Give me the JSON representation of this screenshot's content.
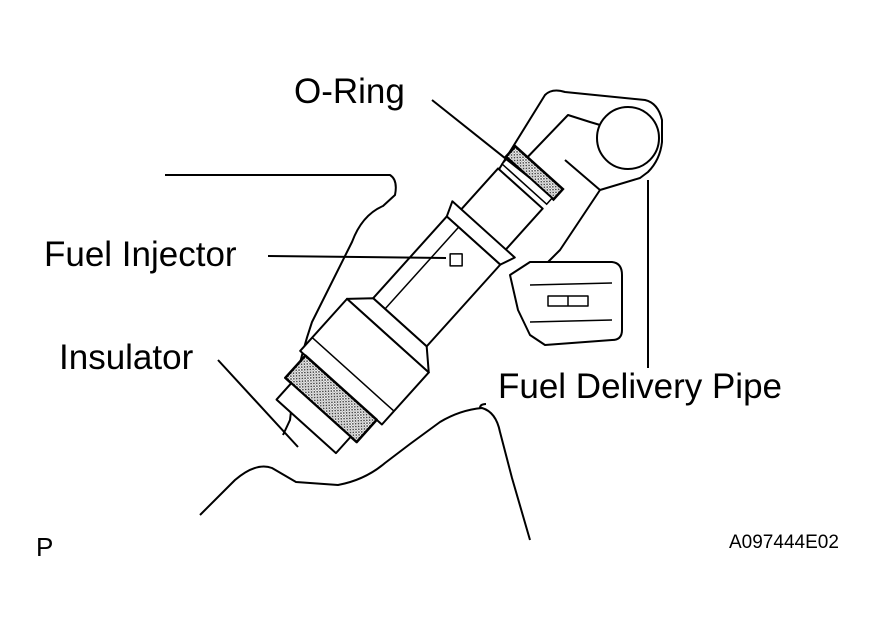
{
  "labels": {
    "o_ring": "O-Ring",
    "fuel_injector": "Fuel Injector",
    "insulator": "Insulator",
    "fuel_delivery_pipe": "Fuel Delivery Pipe"
  },
  "view_letter": "P",
  "figure_code": "A097444E02",
  "colors": {
    "line": "#000000",
    "background": "#ffffff",
    "part_fill": "#ffffff",
    "hatch": "#444444"
  }
}
